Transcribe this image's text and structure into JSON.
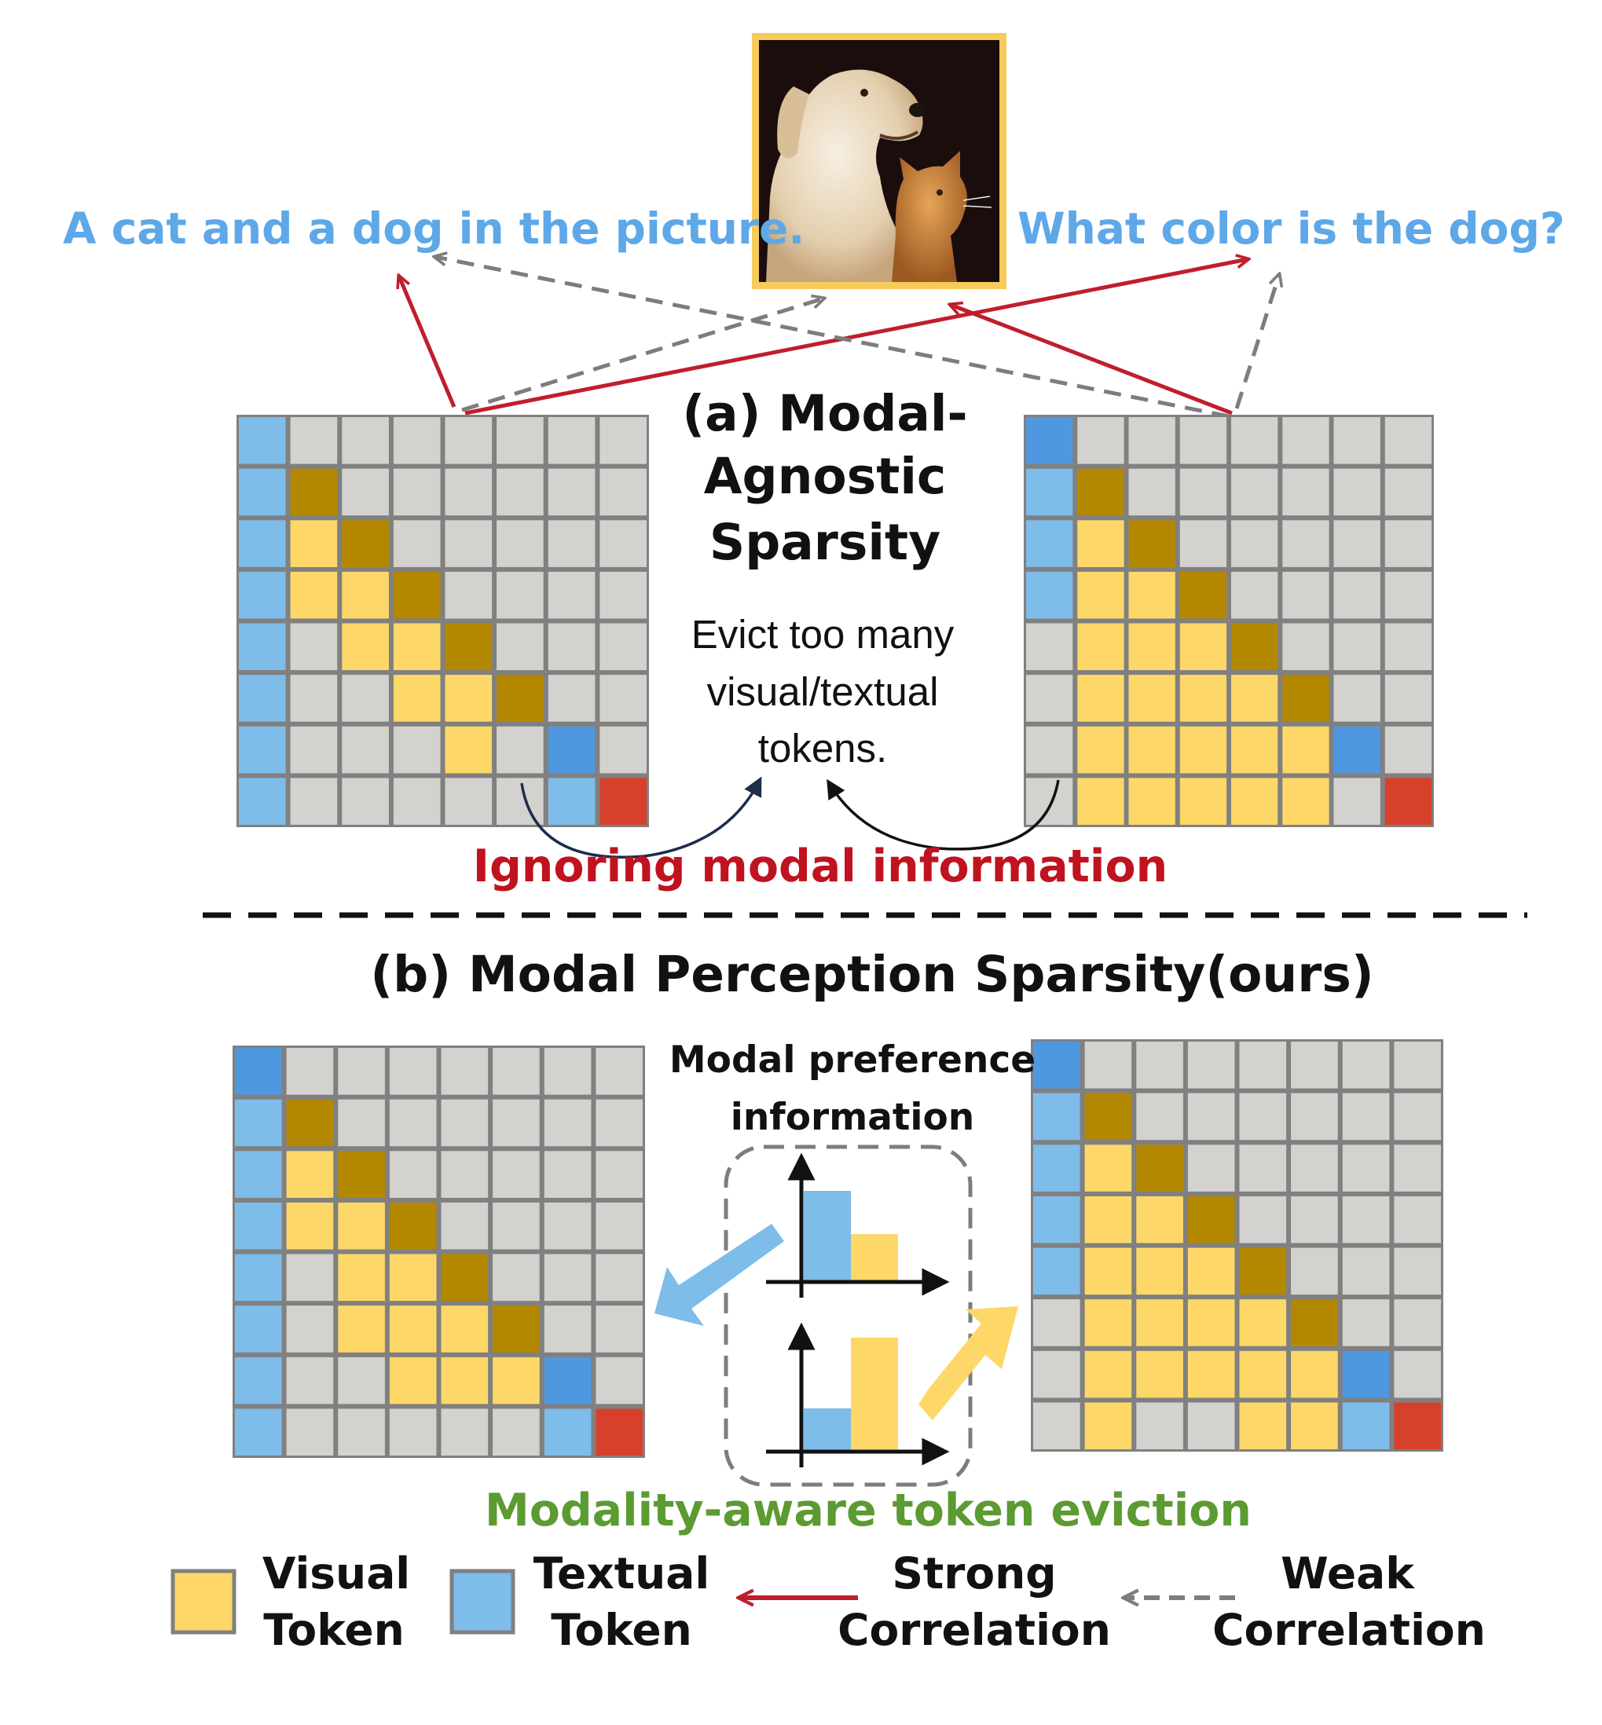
{
  "captions": {
    "left_question": "A cat and a dog in the picture.",
    "right_question": "What color is the dog?"
  },
  "section_a": {
    "title_lines": [
      "(a) Modal-",
      "Agnostic",
      "Sparsity"
    ],
    "note_lines": [
      "Evict too many",
      "visual/textual",
      "tokens."
    ],
    "problem": "Ignoring modal information"
  },
  "section_b": {
    "title": "(b) Modal Perception Sparsity(ours)",
    "panel_title_lines": [
      "Modal preference",
      "information"
    ],
    "footer": "Modality-aware token eviction"
  },
  "legend": {
    "visual_lines": [
      "Visual",
      "Token"
    ],
    "textual_lines": [
      "Textual",
      "Token"
    ],
    "strong_lines": [
      "Strong",
      "Correlation"
    ],
    "weak_lines": [
      "Weak",
      "Correlation"
    ]
  },
  "colors": {
    "gray": "#d4d2cf",
    "border": "#808080",
    "visual": "#fdd768",
    "textual": "#7ebce9",
    "diag_visual": "#b38800",
    "diag_text": "#4f98e0",
    "red": "#d7402a",
    "strong": "#c01e2c",
    "weak": "#7d7d7d",
    "question": "#5ea8e8",
    "problem": "#c0121f",
    "footer": "#5c9a32",
    "img_frame": "#f6cb5a"
  },
  "icons": [
    "dog-and-cat-photo"
  ],
  "matrices": {
    "a_left": [
      "Tgggggggg",
      "TDgggggg",
      "TVDggggg",
      "TVVDgggg",
      "TgVVDggg",
      "TggVVDgg",
      "TgggVgBg",
      "TggggguR"
    ],
    "a_right": [
      "Bggggggg",
      "TDgggggg",
      "TVDggggg",
      "TVVDgggg",
      "gVVVDggg",
      "gVVVVDgg",
      "gVVVVVBg",
      "gVVVVVgR"
    ],
    "b_left": [
      "Bggggggg",
      "TDgggggg",
      "TVDggggg",
      "TVVDgggg",
      "TgVVDggg",
      "TgVVVDgg",
      "TggVVVBg",
      "TggggguR"
    ],
    "b_right": [
      "Bggggggg",
      "TDgggggg",
      "TVDggggg",
      "TVVDgggg",
      "TVVVDggg",
      "gVVVVDgg",
      "gVVVVVBg",
      "gVggVVuR"
    ]
  },
  "preference_bars": [
    {
      "textual": 0.8,
      "visual": 0.42
    },
    {
      "textual": 0.38,
      "visual": 1.0
    }
  ]
}
